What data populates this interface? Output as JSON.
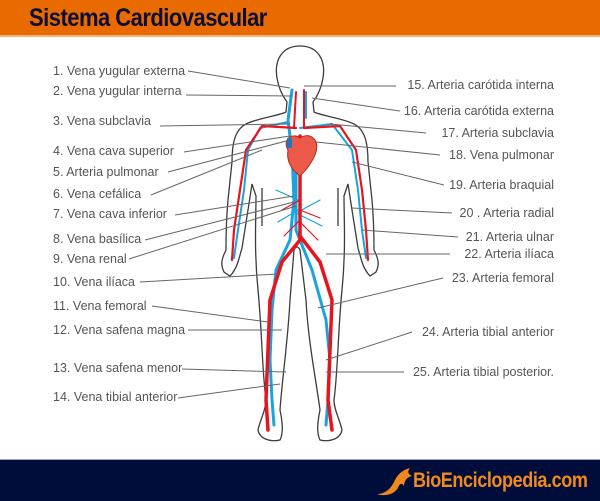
{
  "header": {
    "title": "Sistema Cardiovascular",
    "color": "#e96a00",
    "title_color": "#0b0f3a"
  },
  "labels_left": [
    {
      "n": "1",
      "text": "1. Vena yugular externa"
    },
    {
      "n": "2",
      "text": "2. Vena yugular interna"
    },
    {
      "n": "3",
      "text": "3. Vena subclavia"
    },
    {
      "n": "4",
      "text": "4. Vena cava superior"
    },
    {
      "n": "5",
      "text": "5. Arteria pulmonar"
    },
    {
      "n": "6",
      "text": "6. Vena cefálica"
    },
    {
      "n": "7",
      "text": "7. Vena cava inferior"
    },
    {
      "n": "8",
      "text": "8. Vena basílica"
    },
    {
      "n": "9",
      "text": "9. Vena renal"
    },
    {
      "n": "10",
      "text": "10. Vena ilíaca"
    },
    {
      "n": "11",
      "text": "11. Vena femoral"
    },
    {
      "n": "12",
      "text": "12. Vena safena magna"
    },
    {
      "n": "13",
      "text": "13. Vena safena menor"
    },
    {
      "n": "14",
      "text": "14. Vena tibial anterior"
    }
  ],
  "labels_right": [
    {
      "n": "15",
      "text": "15. Arteria carótida interna"
    },
    {
      "n": "16",
      "text": "16. Arteria carótida externa"
    },
    {
      "n": "17",
      "text": "17. Arteria subclavia"
    },
    {
      "n": "18",
      "text": "18. Vena pulmonar"
    },
    {
      "n": "19",
      "text": "19. Arteria braquial"
    },
    {
      "n": "20",
      "text": "20 . Arteria radial"
    },
    {
      "n": "21",
      "text": "21. Arteria ulnar"
    },
    {
      "n": "22",
      "text": "22. Arteria ilíaca"
    },
    {
      "n": "23",
      "text": "23. Arteria femoral"
    },
    {
      "n": "24",
      "text": "24. Arteria tibial anterior"
    },
    {
      "n": "25",
      "text": "25. Arteria tibial posterior."
    }
  ],
  "footer": {
    "brand": "BioEnciclopedia.com",
    "background": "#000c3a",
    "brand_color": "#f08a1e",
    "logo_icon": "bird-fish-swoosh-icon"
  },
  "colors": {
    "artery": "#e8141c",
    "vein": "#1aa3dc",
    "outline": "#3c3c3c",
    "leader": "#666666"
  }
}
